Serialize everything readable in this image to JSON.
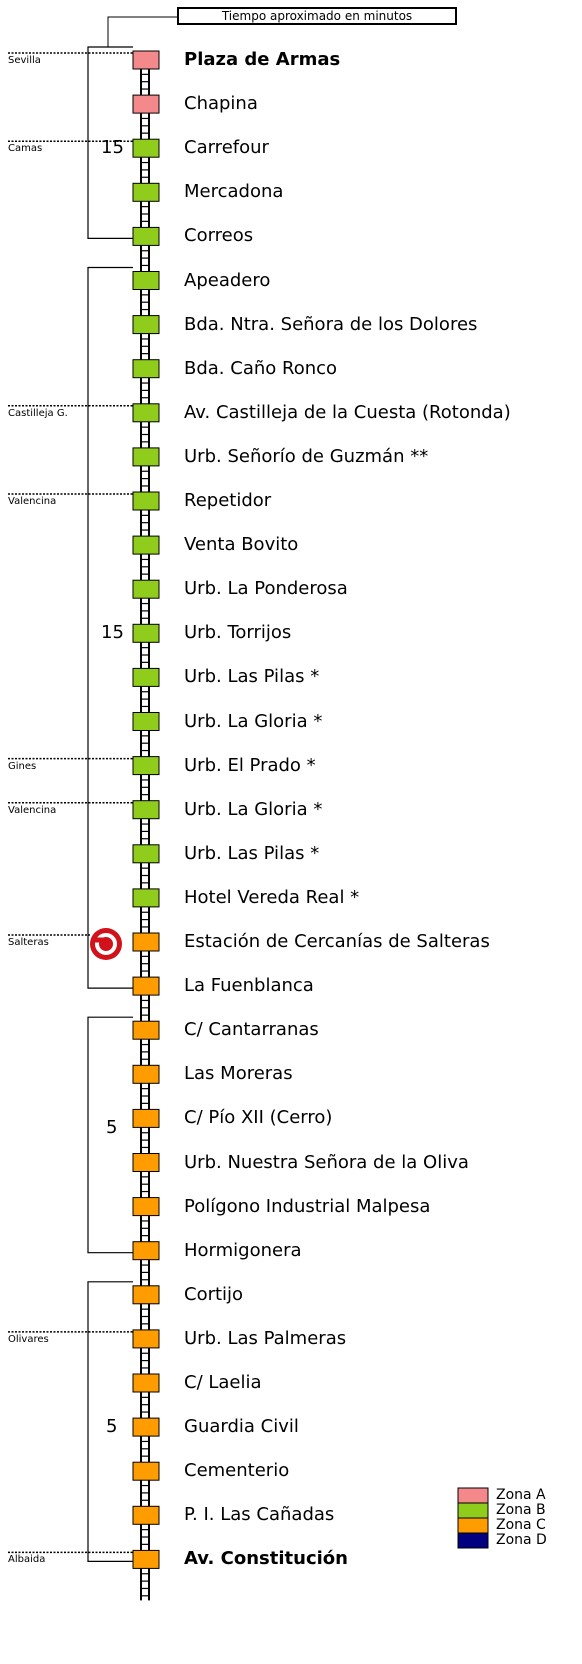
{
  "header": {
    "title": "Tiempo aproximado en minutos"
  },
  "colors": {
    "A": "#f4898c",
    "B": "#8fcc1c",
    "C": "#ff9c00",
    "D": "#000080"
  },
  "stops": [
    {
      "name": "Plaza de Armas",
      "zone": "A",
      "bold": true
    },
    {
      "name": "Chapina",
      "zone": "A"
    },
    {
      "name": "Carrefour",
      "zone": "B"
    },
    {
      "name": "Mercadona",
      "zone": "B"
    },
    {
      "name": "Correos",
      "zone": "B"
    },
    {
      "name": "Apeadero",
      "zone": "B"
    },
    {
      "name": "Bda. Ntra. Señora de los Dolores",
      "zone": "B"
    },
    {
      "name": "Bda. Caño Ronco",
      "zone": "B"
    },
    {
      "name": "Av. Castilleja de la Cuesta (Rotonda)",
      "zone": "B"
    },
    {
      "name": "Urb. Señorío de Guzmán **",
      "zone": "B"
    },
    {
      "name": "Repetidor",
      "zone": "B"
    },
    {
      "name": "Venta Bovito",
      "zone": "B"
    },
    {
      "name": "Urb. La Ponderosa",
      "zone": "B"
    },
    {
      "name": "Urb. Torrijos",
      "zone": "B"
    },
    {
      "name": "Urb. Las Pilas *",
      "zone": "B"
    },
    {
      "name": "Urb. La Gloria *",
      "zone": "B"
    },
    {
      "name": "Urb. El Prado *",
      "zone": "B"
    },
    {
      "name": "Urb. La Gloria *",
      "zone": "B"
    },
    {
      "name": "Urb. Las Pilas *",
      "zone": "B"
    },
    {
      "name": "Hotel Vereda Real *",
      "zone": "B"
    },
    {
      "name": "Estación de Cercanías de Salteras",
      "zone": "C"
    },
    {
      "name": "La Fuenblanca",
      "zone": "C"
    },
    {
      "name": "C/ Cantarranas",
      "zone": "C"
    },
    {
      "name": "Las Moreras",
      "zone": "C"
    },
    {
      "name": "C/ Pío XII (Cerro)",
      "zone": "C"
    },
    {
      "name": "Urb. Nuestra Señora de la Oliva",
      "zone": "C"
    },
    {
      "name": "Polígono Industrial Malpesa",
      "zone": "C"
    },
    {
      "name": "Hormigonera",
      "zone": "C"
    },
    {
      "name": "Cortijo",
      "zone": "C"
    },
    {
      "name": "Urb. Las Palmeras",
      "zone": "C"
    },
    {
      "name": "C/ Laelia",
      "zone": "C"
    },
    {
      "name": "Guardia Civil",
      "zone": "C"
    },
    {
      "name": "Cementerio",
      "zone": "C"
    },
    {
      "name": "P. I. Las Cañadas",
      "zone": "C"
    },
    {
      "name": "Av. Constitución",
      "zone": "C",
      "bold": true
    }
  ],
  "towns": [
    {
      "name": "Sevilla",
      "stop": 0
    },
    {
      "name": "Camas",
      "stop": 2
    },
    {
      "name": "Castilleja G.",
      "stop": 8
    },
    {
      "name": "Valencina",
      "stop": 10
    },
    {
      "name": "Gines",
      "stop": 16
    },
    {
      "name": "Valencina",
      "stop": 17
    },
    {
      "name": "Salteras",
      "stop": 20
    },
    {
      "name": "Olivares",
      "stop": 29
    },
    {
      "name": "Albaida",
      "stop": 34
    }
  ],
  "segments": [
    {
      "from": 0,
      "to": 4,
      "time": "15"
    },
    {
      "from": 5,
      "to": 21,
      "time": "15"
    },
    {
      "from": 22,
      "to": 27,
      "time": "5"
    },
    {
      "from": 28,
      "to": 34,
      "time": "5"
    }
  ],
  "legend": [
    {
      "zone": "A",
      "label": "Zona A"
    },
    {
      "zone": "B",
      "label": "Zona B"
    },
    {
      "zone": "C",
      "label": "Zona C"
    },
    {
      "zone": "D",
      "label": "Zona D"
    }
  ]
}
